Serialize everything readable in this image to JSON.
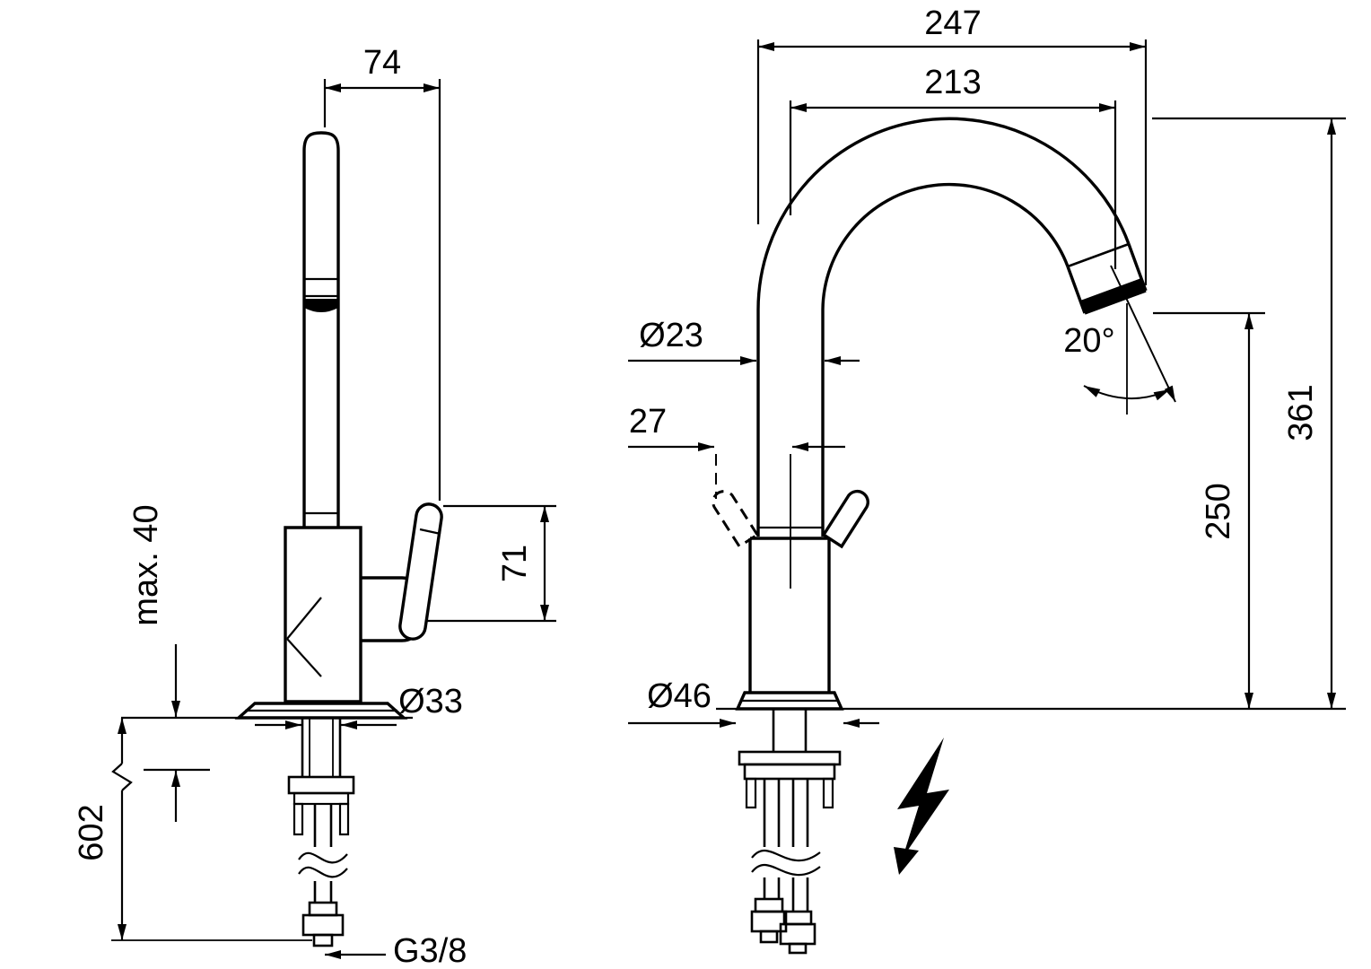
{
  "page": {
    "background": "#ffffff",
    "ink": "#000000",
    "description": "Kitchen faucet dimensional drawing, two views"
  },
  "side_view": {
    "dims": {
      "spout_offset": "74",
      "handle_height": "71",
      "max_mounting_thickness": "max. 40",
      "shank_diameter": "Ø33",
      "hose_length": "602",
      "connection_thread": "G3/8"
    }
  },
  "front_view": {
    "dims": {
      "overall_reach": "247",
      "spout_reach": "213",
      "spout_tube_diameter": "Ø23",
      "lever_offset": "27",
      "outlet_angle": "20°",
      "overall_height": "361",
      "outlet_height": "250",
      "body_diameter": "Ø46"
    },
    "symbols": {
      "electrical": "lightning-bolt"
    }
  }
}
